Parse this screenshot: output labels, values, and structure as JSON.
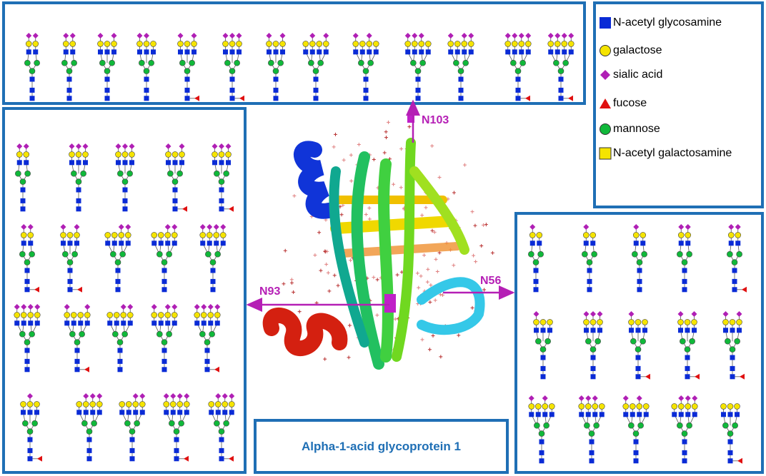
{
  "title": "Alpha-1-acid glycoprotein 1",
  "sites": {
    "top": "N103",
    "left": "N93",
    "right": "N56"
  },
  "legend": [
    {
      "label": "N-acetyl glycosamine",
      "shape": "square",
      "color": "#0a2bd6"
    },
    {
      "label": "galactose",
      "shape": "circle",
      "color": "#f5e400"
    },
    {
      "label": "sialic acid",
      "shape": "diamond",
      "color": "#b01fb5"
    },
    {
      "label": "fucose",
      "shape": "triangle",
      "color": "#e01010"
    },
    {
      "label": "mannose",
      "shape": "circle",
      "color": "#10b83a"
    },
    {
      "label": "N-acetyl galactosamine",
      "shape": "square",
      "color": "#f5e400"
    }
  ],
  "colors": {
    "frame": "#1f6fb5",
    "site_arrow": "#b51fb5"
  },
  "glycan_panels": {
    "top": {
      "count": 13
    },
    "left": {
      "count": 20
    },
    "right": {
      "count": 15
    }
  }
}
